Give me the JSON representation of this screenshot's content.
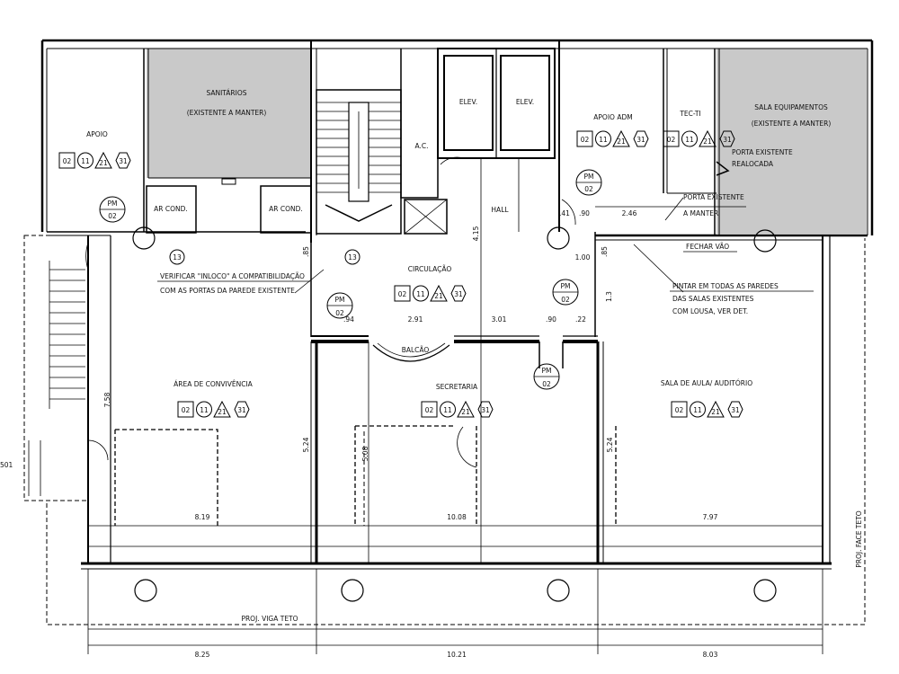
{
  "rooms": {
    "apoio": "APOIO",
    "sanitarios_1": "SANITÁRIOS",
    "sanitarios_2": "(EXISTENTE A MANTER)",
    "elev": "ELEV.",
    "ac": "A.C.",
    "hall": "HALL",
    "apoio_adm": "APOIO ADM",
    "tec_ti": "TEC-TI",
    "sala_equip_1": "SALA EQUIPAMENTOS",
    "sala_equip_2": "(EXISTENTE A MANTER)",
    "ar_cond": "AR COND.",
    "circulacao": "CIRCULAÇÃO",
    "area_convivencia": "ÁREA DE CONVIVÊNCIA",
    "secretaria": "SECRETARIA",
    "sala_aula": "SALA DE AULA/ AUDITÓRIO",
    "balcao": "BALCÃO"
  },
  "tags": {
    "a": "02",
    "b": "11",
    "c": "21",
    "d": "31"
  },
  "pm": {
    "label": "PM",
    "num": "02"
  },
  "door_marker": "13",
  "notes": {
    "verificar_1": "VERIFICAR \"INLOCO\" A COMPATIBILIDAÇÃO",
    "verificar_2": "COM AS PORTAS DA PAREDE EXISTENTE",
    "porta_existente_1": "PORTA EXISTENTE",
    "porta_existente_2": "REALOCADA",
    "porta_manter_1": "PORTA EXISTENTE",
    "porta_manter_2": "A MANTER",
    "fechar_vao": "FECHAR VÃO",
    "pintar_1": "PINTAR EM TODAS AS PAREDES",
    "pintar_2": "DAS SALAS EXISTENTES",
    "pintar_3": "COM LOUSA, VER DET.",
    "proj_face": "PROJ. FACE TETO",
    "proj_viga": "PROJ. VIGA TETO",
    "left_label": "501"
  },
  "dims": {
    "d_041": ".41",
    "d_090": ".90",
    "d_246": "2.46",
    "d_100": "1.00",
    "d_085": ".85",
    "d_415": "4.15",
    "d_094": ".94",
    "d_291": "2.91",
    "d_301": "3.01",
    "d_090b": ".90",
    "d_022": ".22",
    "d_13": "1.3",
    "d_758": "7.58",
    "d_524a": "5.24",
    "d_508": "5.08",
    "d_524b": "5.24",
    "d_819": "8.19",
    "d_1008": "10.08",
    "d_797": "7.97",
    "d_825": "8.25",
    "d_1021": "10.21",
    "d_803": "8.03",
    "d_085b": ".85"
  }
}
